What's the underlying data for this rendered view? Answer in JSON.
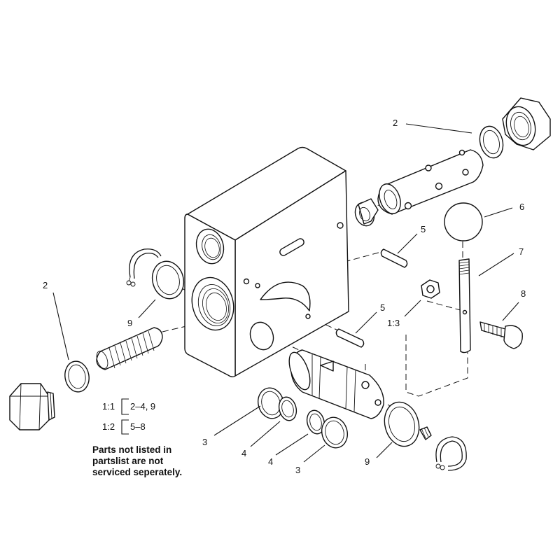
{
  "callouts": {
    "c2_top": "2",
    "c2_left": "2",
    "c6": "6",
    "c5_upper": "5",
    "c5_lower": "5",
    "c7": "7",
    "c8": "8",
    "c9_left": "9",
    "c9_bottom": "9",
    "c1_3": "1:3",
    "c3_left": "3",
    "c3_right": "3",
    "c4_left": "4",
    "c4_right": "4"
  },
  "legend": {
    "row1_ratio": "1:1",
    "row1_parts": "2–4, 9",
    "row2_ratio": "1:2",
    "row2_parts": "5–8"
  },
  "note": {
    "line1": "Parts not listed in",
    "line2": "partslist are not",
    "line3": "serviced seperately."
  }
}
